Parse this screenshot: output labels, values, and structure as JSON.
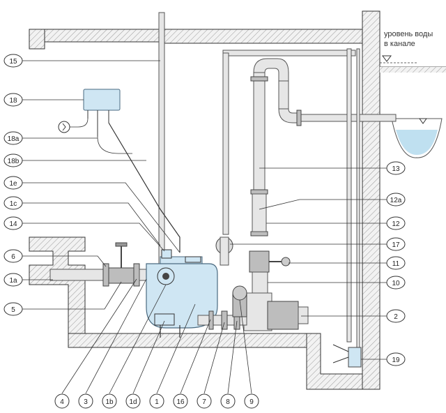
{
  "annotation": {
    "water_level_line1": "уровень воды",
    "water_level_line2": "в канале"
  },
  "left_labels": [
    {
      "id": "15",
      "text": "15"
    },
    {
      "id": "18",
      "text": "18"
    },
    {
      "id": "18a",
      "text": "18a"
    },
    {
      "id": "18b",
      "text": "18b"
    },
    {
      "id": "1e",
      "text": "1e"
    },
    {
      "id": "1c",
      "text": "1c"
    },
    {
      "id": "14",
      "text": "14"
    },
    {
      "id": "6",
      "text": "6"
    },
    {
      "id": "1a",
      "text": "1a"
    },
    {
      "id": "5",
      "text": "5"
    }
  ],
  "right_labels": [
    {
      "id": "13",
      "text": "13"
    },
    {
      "id": "12a",
      "text": "12a"
    },
    {
      "id": "12",
      "text": "12"
    },
    {
      "id": "17",
      "text": "17"
    },
    {
      "id": "11",
      "text": "11"
    },
    {
      "id": "10",
      "text": "10"
    },
    {
      "id": "2",
      "text": "2"
    },
    {
      "id": "19",
      "text": "19"
    }
  ],
  "bottom_labels": [
    {
      "id": "4",
      "text": "4"
    },
    {
      "id": "3",
      "text": "3"
    },
    {
      "id": "1b",
      "text": "1b"
    },
    {
      "id": "1d",
      "text": "1d"
    },
    {
      "id": "1",
      "text": "1"
    },
    {
      "id": "16",
      "text": "16"
    },
    {
      "id": "7",
      "text": "7"
    },
    {
      "id": "8",
      "text": "8"
    },
    {
      "id": "9",
      "text": "9"
    }
  ],
  "colors": {
    "tank": "#cfe6f3",
    "water": "#bfe0f0",
    "pipe": "#e6e6e6",
    "outline": "#333333"
  }
}
